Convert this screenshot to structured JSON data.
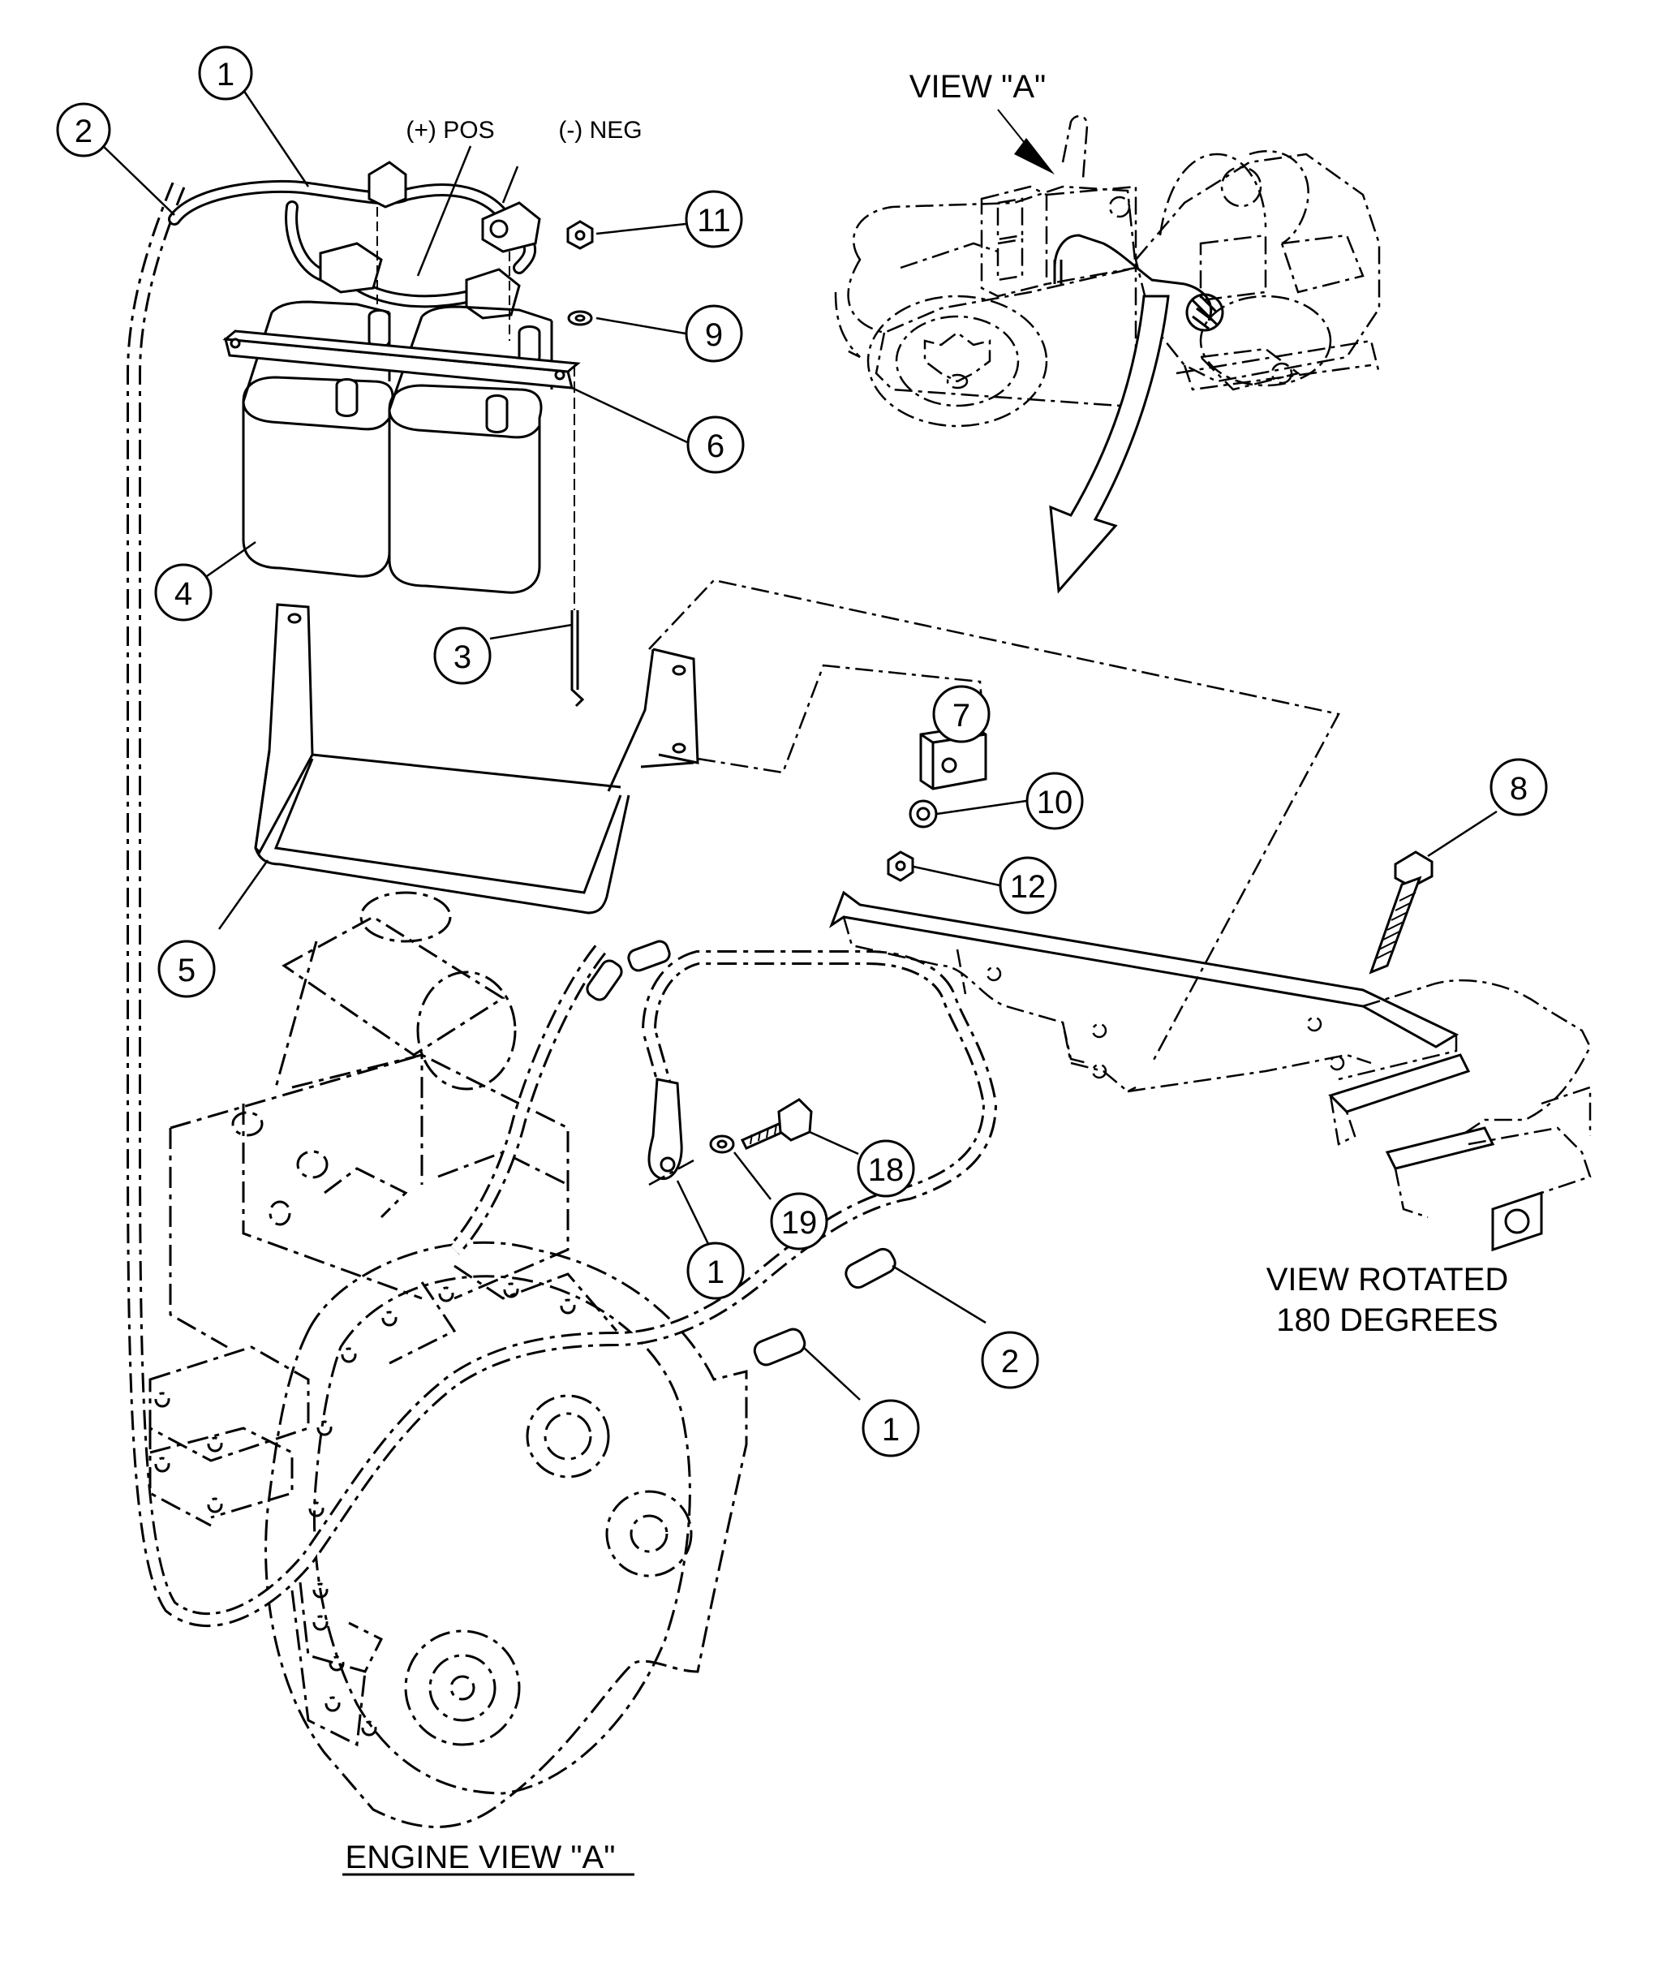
{
  "labels": {
    "view_a_top": "VIEW \"A\"",
    "positive_terminal": "(+) POS",
    "negative_terminal": "(-) NEG",
    "view_rotated_line1": "VIEW ROTATED",
    "view_rotated_line2": "180 DEGREES",
    "engine_view": "ENGINE VIEW \"A\""
  },
  "callouts": [
    {
      "id": "c1a",
      "number": "1"
    },
    {
      "id": "c2a",
      "number": "2"
    },
    {
      "id": "c11",
      "number": "11"
    },
    {
      "id": "c9",
      "number": "9"
    },
    {
      "id": "c6",
      "number": "6"
    },
    {
      "id": "c4",
      "number": "4"
    },
    {
      "id": "c3",
      "number": "3"
    },
    {
      "id": "c7",
      "number": "7"
    },
    {
      "id": "c10",
      "number": "10"
    },
    {
      "id": "c12",
      "number": "12"
    },
    {
      "id": "c8",
      "number": "8"
    },
    {
      "id": "c5",
      "number": "5"
    },
    {
      "id": "c18",
      "number": "18"
    },
    {
      "id": "c19",
      "number": "19"
    },
    {
      "id": "c1b",
      "number": "1"
    },
    {
      "id": "c2b",
      "number": "2"
    },
    {
      "id": "c1c",
      "number": "1"
    }
  ]
}
